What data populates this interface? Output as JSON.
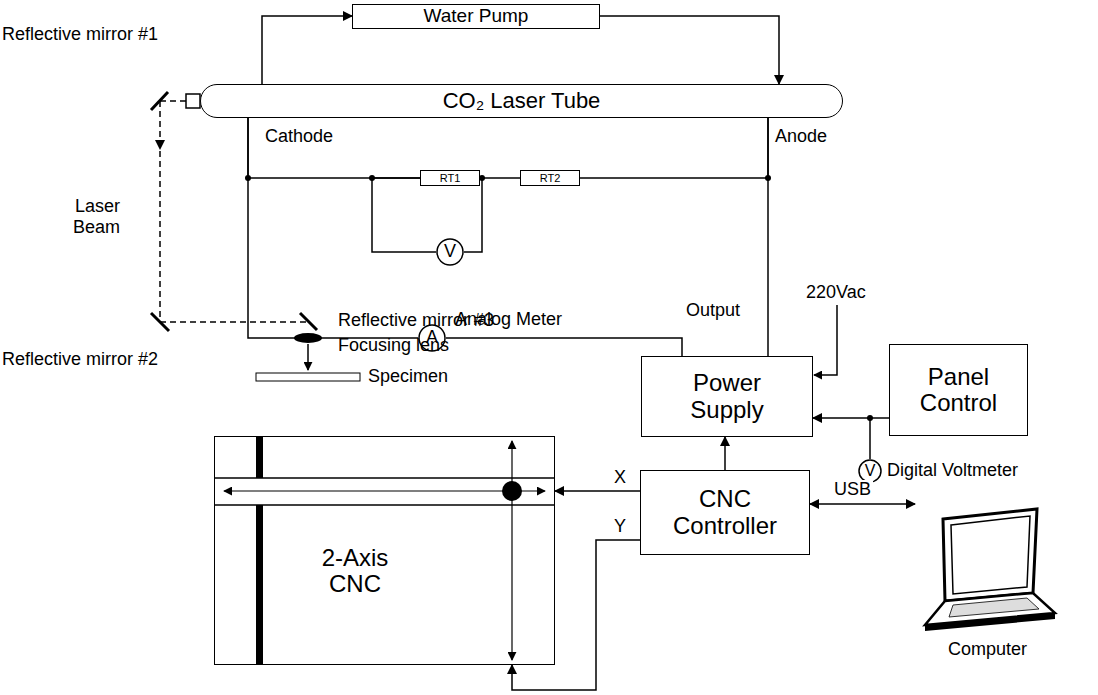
{
  "diagram": {
    "nodes": [
      {
        "text": [
          "Water Pump"
        ]
      },
      {
        "text": [
          "CO₂ Laser Tube"
        ]
      },
      {
        "text": [
          "RT1"
        ]
      },
      {
        "text": [
          "RT2"
        ]
      },
      {
        "text": [
          "V"
        ]
      },
      {
        "text": [
          "A"
        ]
      },
      {
        "text": [
          "Power Supply"
        ]
      },
      {
        "text": [
          "Panel Control"
        ]
      },
      {
        "text": [
          "V",
          "Digital Voltmeter"
        ]
      },
      {
        "text": [
          "CNC Controller"
        ]
      },
      {
        "text": [
          "2-Axis CNC"
        ]
      },
      {
        "text": [
          "Computer"
        ]
      }
    ],
    "edges": [
      {
        "from": 1,
        "to": 0,
        "arrow": "to"
      },
      {
        "from": 0,
        "to": 1,
        "arrow": "to"
      },
      {
        "from": 1,
        "to": 2,
        "arrow": "none"
      },
      {
        "from": 2,
        "to": 3,
        "arrow": "none"
      },
      {
        "from": 3,
        "to": 1,
        "arrow": "none"
      },
      {
        "from": 4,
        "to": 2,
        "arrow": "none"
      },
      {
        "from": 4,
        "to": 2,
        "arrow": "none"
      },
      {
        "from": 1,
        "to": 5,
        "arrow": "none"
      },
      {
        "from": 5,
        "to": 6,
        "arrow": "none"
      },
      {
        "from": 1,
        "to": 6,
        "arrow": "none"
      },
      {
        "from": 7,
        "to": 6,
        "arrow": "to"
      },
      {
        "from": 9,
        "to": 6,
        "arrow": "to"
      },
      {
        "from": 9,
        "to": 11,
        "arrow": "both",
        "label": "USB"
      },
      {
        "from": 9,
        "to": 10,
        "arrow": "to",
        "label": "X"
      },
      {
        "from": 9,
        "to": 10,
        "arrow": "to",
        "label": "Y"
      }
    ],
    "labels": [
      "Reflective mirror #1",
      "Cathode",
      "Anode",
      "Laser Beam",
      "Analog Meter",
      "Output",
      "220Vac",
      "Reflective mirror #2",
      "Reflective mirror #3",
      "Focusing lens",
      "Specimen"
    ]
  }
}
